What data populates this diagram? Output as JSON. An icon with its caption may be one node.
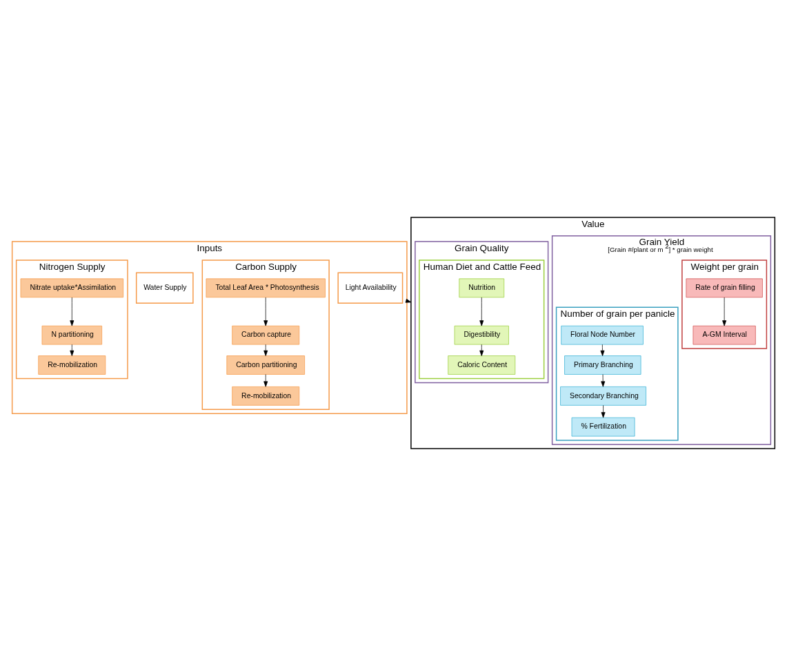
{
  "diagram": {
    "nodes": [
      {
        "text": [
          "Inputs"
        ]
      },
      {
        "text": [
          "Carbon Supply"
        ],
        "in": 0
      },
      {
        "text": [
          "Total Leaf Area * Photosynthesis"
        ],
        "in": 1
      },
      {
        "text": [
          "Carbon capture"
        ],
        "in": 1
      },
      {
        "text": [
          "Carbon partitioning"
        ],
        "in": 1
      },
      {
        "text": [
          "Re-mobilization"
        ],
        "in": 1
      },
      {
        "text": [
          "Water Supply"
        ],
        "in": 0
      },
      {
        "text": [
          "Nitrogen Supply"
        ],
        "in": 0
      },
      {
        "text": [
          "Nitrate uptake*Assimilation"
        ],
        "in": 7
      },
      {
        "text": [
          "N partitioning"
        ],
        "in": 7
      },
      {
        "text": [
          "Re-mobilization"
        ],
        "in": 7
      },
      {
        "text": [
          "Light Availability"
        ],
        "in": 0
      },
      {
        "text": [
          "Value"
        ]
      },
      {
        "text": [
          "Grain Yield",
          "[Grain #/plant or m$^{2}$] * grain weight"
        ],
        "in": 12
      },
      {
        "text": [
          "Number of grain per panicle"
        ],
        "in": 13
      },
      {
        "text": [
          "Floral Node Number"
        ],
        "in": 14
      },
      {
        "text": [
          "Primary Branching"
        ],
        "in": 14
      },
      {
        "text": [
          "Secondary Branching"
        ],
        "in": 14
      },
      {
        "text": [
          "% Fertilization"
        ],
        "in": 14
      },
      {
        "text": [
          "Weight per grain"
        ],
        "in": 13
      },
      {
        "text": [
          "Rate of grain filling"
        ],
        "in": 19
      },
      {
        "text": [
          "A-GM Interval"
        ],
        "in": 19
      },
      {
        "text": [
          "Grain Quality"
        ],
        "in": 12
      },
      {
        "text": [
          "Human Diet and Cattle Feed"
        ],
        "in": 22
      },
      {
        "text": [
          "Nutrition"
        ],
        "in": 23
      },
      {
        "text": [
          "Digestibility"
        ],
        "in": 23
      },
      {
        "text": [
          "Caloric Content"
        ],
        "in": 23
      }
    ],
    "edges": [
      {
        "from": 2,
        "to": 3,
        "arrow": "to"
      },
      {
        "from": 3,
        "to": 4,
        "arrow": "to"
      },
      {
        "from": 4,
        "to": 5,
        "arrow": "to"
      },
      {
        "from": 8,
        "to": 9,
        "arrow": "to"
      },
      {
        "from": 9,
        "to": 10,
        "arrow": "to"
      },
      {
        "from": 0,
        "to": 12,
        "arrow": "to"
      },
      {
        "from": 15,
        "to": 16,
        "arrow": "to"
      },
      {
        "from": 16,
        "to": 17,
        "arrow": "to"
      },
      {
        "from": 17,
        "to": 18,
        "arrow": "to"
      },
      {
        "from": 20,
        "to": 21,
        "arrow": "to"
      },
      {
        "from": 24,
        "to": 25,
        "arrow": "to"
      },
      {
        "from": 25,
        "to": 26,
        "arrow": "to"
      }
    ]
  }
}
